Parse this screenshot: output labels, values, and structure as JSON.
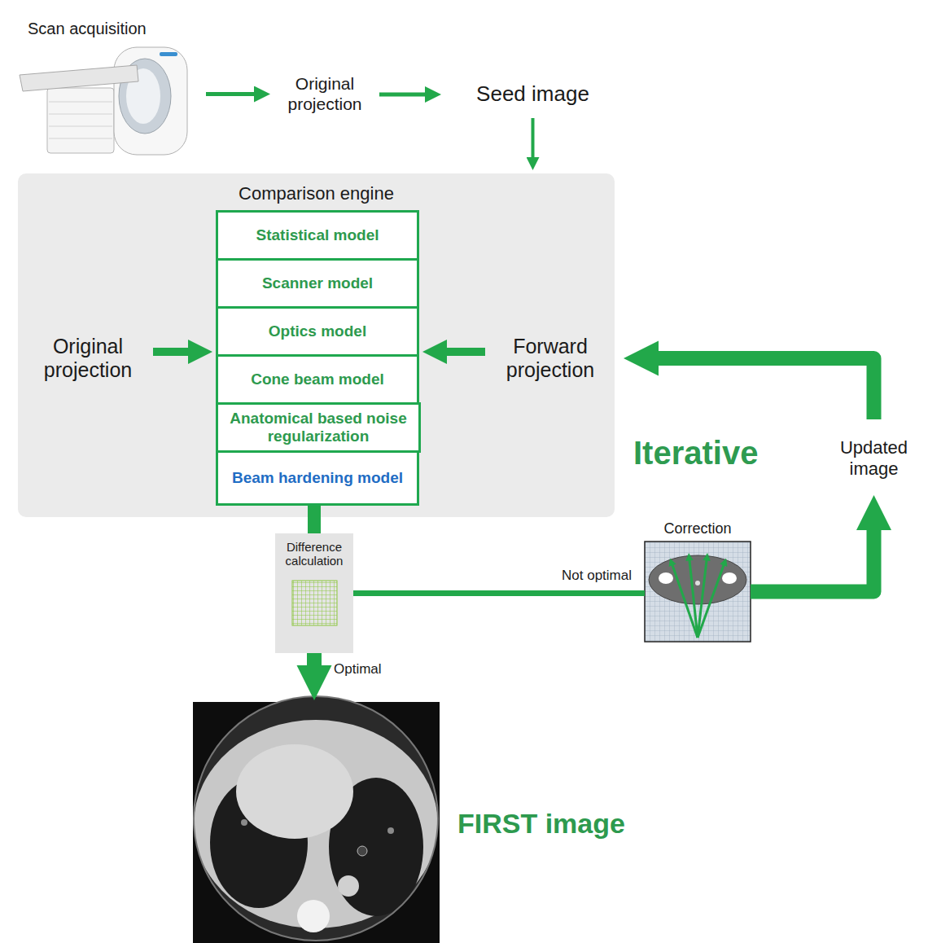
{
  "diagram": {
    "nodes": [
      {
        "text": [
          "Scan acquisition"
        ]
      },
      {
        "text": [
          "Original projection"
        ]
      },
      {
        "text": [
          "Seed image"
        ]
      },
      {
        "text": [
          "Comparison engine"
        ]
      },
      {
        "text": [
          "Original projection"
        ],
        "in": 3
      },
      {
        "text": [
          "Statistical model"
        ],
        "in": 3
      },
      {
        "text": [
          "Scanner model"
        ],
        "in": 3
      },
      {
        "text": [
          "Optics model"
        ],
        "in": 3
      },
      {
        "text": [
          "Cone beam model"
        ],
        "in": 3
      },
      {
        "text": [
          "Anatomical based noise regularization"
        ],
        "in": 3
      },
      {
        "text": [
          "Beam hardening model"
        ],
        "in": 3
      },
      {
        "text": [
          "Forward projection"
        ],
        "in": 3
      },
      {
        "text": [
          "Updated image"
        ]
      },
      {
        "text": [
          "Difference calculation"
        ]
      },
      {
        "text": [
          "Correction"
        ]
      },
      {
        "text": [
          "FIRST image"
        ]
      }
    ],
    "edges": [
      {
        "from": 0,
        "to": 1,
        "arrow": "to"
      },
      {
        "from": 1,
        "to": 2,
        "arrow": "to"
      },
      {
        "from": 2,
        "to": 3,
        "arrow": "to"
      },
      {
        "from": 4,
        "to": 7,
        "arrow": "to"
      },
      {
        "from": 11,
        "to": 7,
        "arrow": "to"
      },
      {
        "from": 12,
        "to": 11,
        "arrow": "to"
      },
      {
        "from": 10,
        "to": 13,
        "arrow": "none"
      },
      {
        "from": 13,
        "to": 14,
        "label": "Not optimal",
        "arrow": "none"
      },
      {
        "from": 14,
        "to": 12,
        "arrow": "to"
      },
      {
        "from": 13,
        "to": 15,
        "label": "Optimal",
        "arrow": "to"
      }
    ],
    "labels": [
      "Iterative"
    ]
  }
}
